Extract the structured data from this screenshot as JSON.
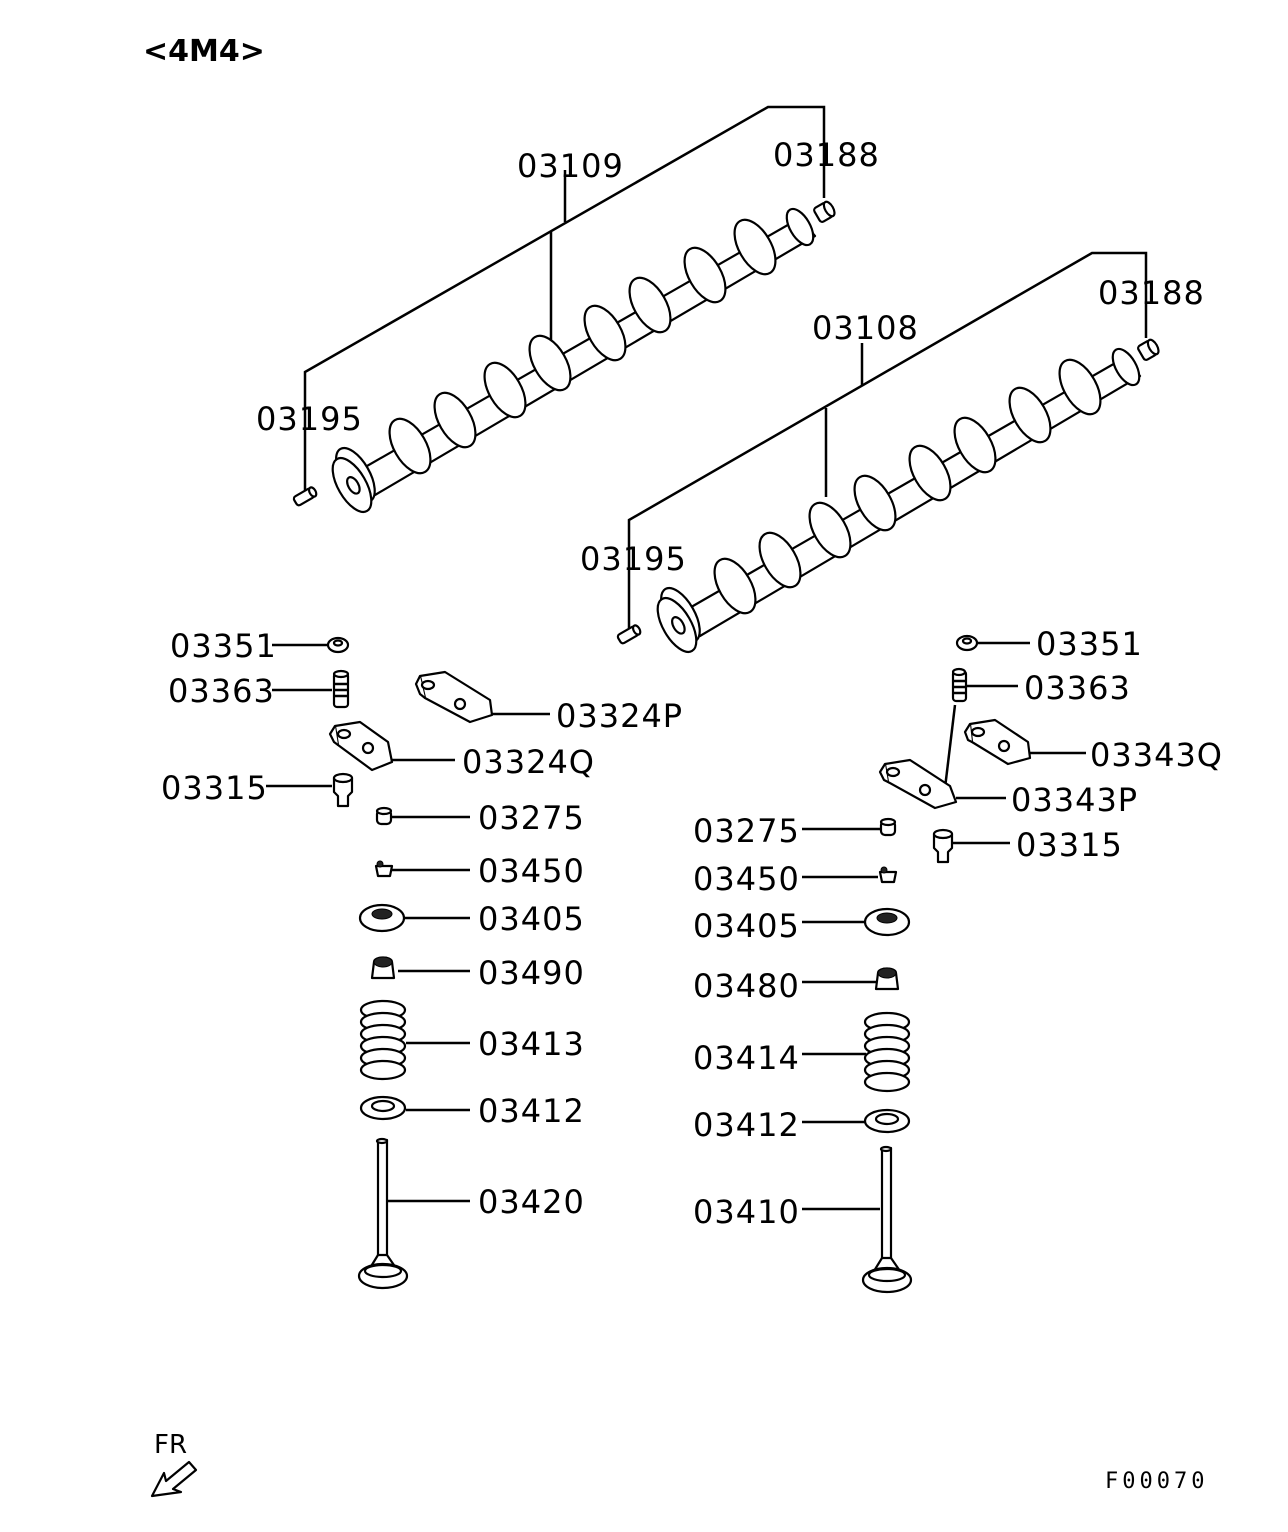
{
  "header": {
    "engine_code": "<4M4>"
  },
  "footer": {
    "front_label": "FR",
    "figure_code": "F00070"
  },
  "camshafts": {
    "intake_camshaft": "03109",
    "exhaust_camshaft": "03108",
    "left_plug": "03188",
    "right_plug": "03188",
    "left_pin": "03195",
    "right_pin": "03195"
  },
  "left_column": {
    "nut": "03351",
    "adjusting_screw": "03363",
    "rocker_arm_p": "03324P",
    "rocker_arm_q": "03324Q",
    "lash_adjuster": "03315",
    "tip": "03275",
    "valve_retainer_lock": "03450",
    "spring_retainer": "03405",
    "stem_seal": "03490",
    "valve_spring": "03413",
    "spring_seat": "03412",
    "valve": "03420"
  },
  "right_column": {
    "nut": "03351",
    "adjusting_screw": "03363",
    "rocker_arm_q": "03343Q",
    "rocker_arm_p": "03343P",
    "tip": "03275",
    "lash_adjuster": "03315",
    "valve_retainer_lock": "03450",
    "spring_retainer": "03405",
    "stem_seal": "03480",
    "valve_spring": "03414",
    "spring_seat": "03412",
    "valve": "03410"
  }
}
